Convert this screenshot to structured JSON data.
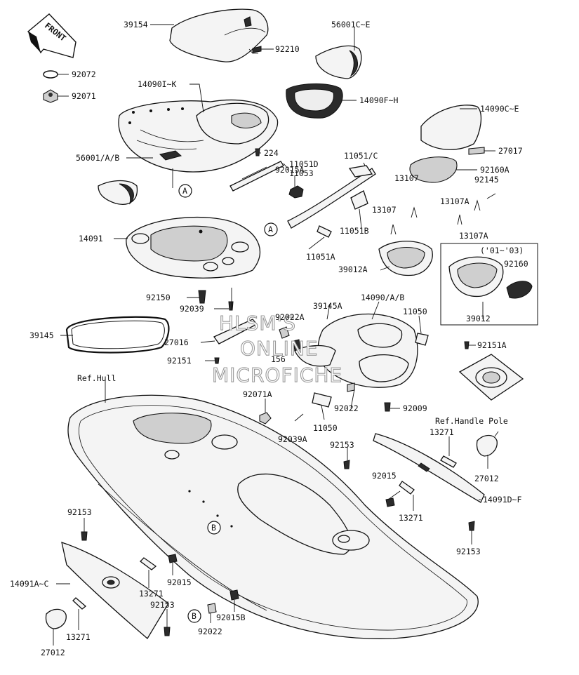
{
  "front_label": "FRONT",
  "watermark": [
    "HLSM'S",
    "ONLINE",
    "MICROFICHE"
  ],
  "callouts": {
    "c39154": "39154",
    "c56001ce": "56001C~E",
    "c92210": "92210",
    "c92072": "92072",
    "c92071": "92071",
    "c14090ik": "14090I~K",
    "c14090fh": "14090F~H",
    "c14090ce": "14090C~E",
    "c27017": "27017",
    "c56001ab": "56001/A/B",
    "c224": "224",
    "c11051c": "11051/C",
    "c11051d": "11051D",
    "c11053": "11053",
    "c92160a": "92160A",
    "c92145": "92145",
    "c92015a": "92015A",
    "c13107_1": "13107",
    "c13107_2": "13107",
    "c13107a_1": "13107A",
    "c13107a_2": "13107A",
    "c11051b": "11051B",
    "c14091": "14091",
    "c11051a": "11051A",
    "c01_03": "('01~'03)",
    "c92160": "92160",
    "c39012a": "39012A",
    "c92150": "92150",
    "c14090ab": "14090/A/B",
    "c39145a": "39145A",
    "c92039": "92039",
    "c92022a": "92022A",
    "c11050_1": "11050",
    "c39012": "39012",
    "c39145": "39145",
    "c27016": "27016",
    "c156": "156",
    "c92151a": "92151A",
    "c92151": "92151",
    "c_refhull": "Ref.Hull",
    "c92071a": "92071A",
    "c92022_1": "92022",
    "c92009": "92009",
    "c92039a": "92039A",
    "c11050_2": "11050",
    "c_refhandle": "Ref.Handle Pole",
    "c92153_1": "92153",
    "c13271_1": "13271",
    "c27012_1": "27012",
    "c92015_1": "92015",
    "c13271_2": "13271",
    "c14091df": "14091D~F",
    "c92153_2": "92153",
    "c92153_3": "92153",
    "c14091ac": "14091A~C",
    "c13271_3": "13271",
    "c92015_2": "92015",
    "c92153_4": "92153",
    "c92015b": "92015B",
    "c92022_2": "92022",
    "c13271_4": "13271",
    "c27012_2": "27012"
  },
  "markers": {
    "A1": "A",
    "A2": "A",
    "B1": "B",
    "B2": "B"
  }
}
